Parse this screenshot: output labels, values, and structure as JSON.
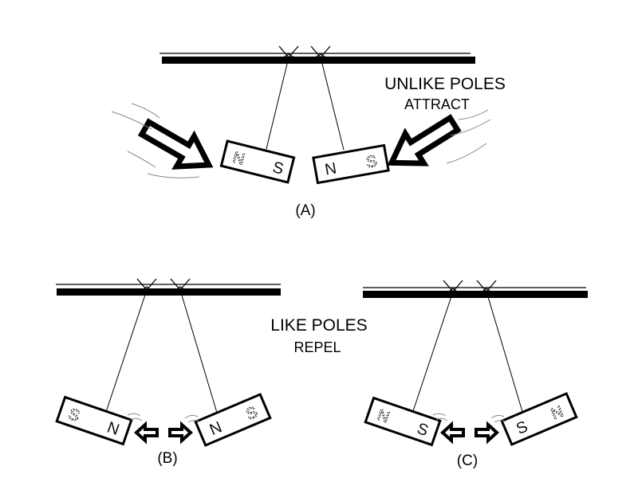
{
  "panels": {
    "a": {
      "label": "(A)",
      "magnet_left": [
        "N",
        "S"
      ],
      "magnet_right": [
        "N",
        "S"
      ]
    },
    "b": {
      "label": "(B)",
      "magnet_left": [
        "S",
        "N"
      ],
      "magnet_right": [
        "N",
        "S"
      ]
    },
    "c": {
      "label": "(C)",
      "magnet_left": [
        "N",
        "S"
      ],
      "magnet_right": [
        "S",
        "N"
      ]
    }
  },
  "captions": {
    "attract_line1": "UNLIKE POLES",
    "attract_line2": "ATTRACT",
    "repel_line1": "LIKE POLES",
    "repel_line2": "REPEL"
  }
}
